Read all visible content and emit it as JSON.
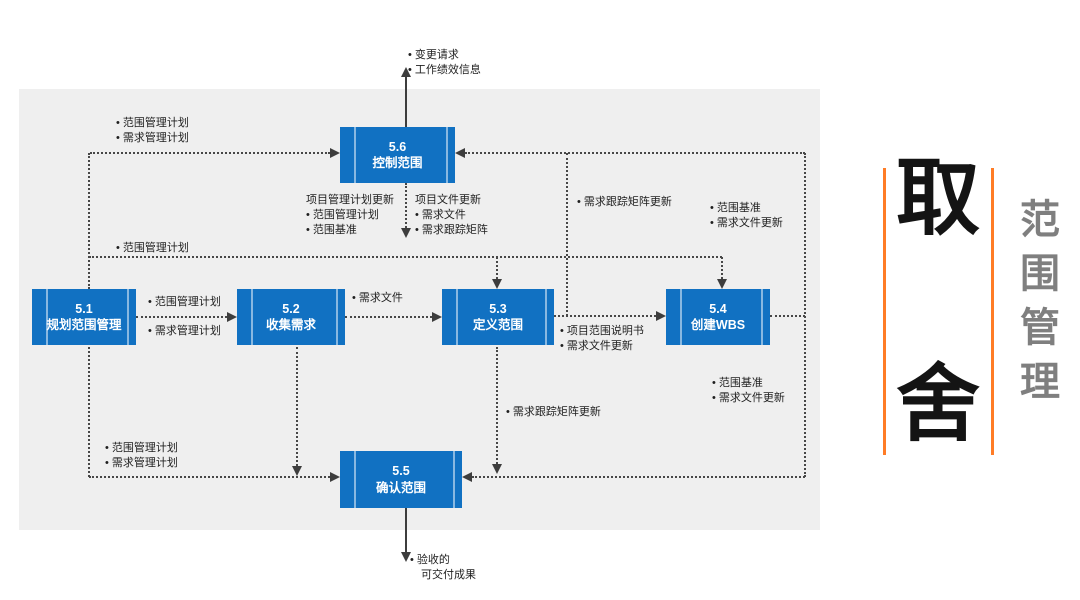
{
  "slide": {
    "big_text_top": "取",
    "big_text_bottom": "舍",
    "vertical_title": "范围管理",
    "colors": {
      "process_blue": "#1171c2",
      "accent_orange": "#ff7c26",
      "panel_gray": "#efefef",
      "line_dark": "#3d3d3d",
      "title_gray": "#7f7f7f"
    }
  },
  "diagram": {
    "boxes": [
      {
        "num": "5.1",
        "name": "规划范围管理"
      },
      {
        "num": "5.2",
        "name": "收集需求"
      },
      {
        "num": "5.3",
        "name": "定义范围"
      },
      {
        "num": "5.4",
        "name": "创建WBS"
      },
      {
        "num": "5.5",
        "name": "确认范围"
      },
      {
        "num": "5.6",
        "name": "控制范围"
      }
    ],
    "labels": {
      "inputs_56_from_51": {
        "lines": [
          "• 范围管理计划",
          "• 需求管理计划"
        ]
      },
      "outputs_56_top": {
        "lines": [
          "• 变更请求",
          "• 工作绩效信息"
        ]
      },
      "outputs_56_pm_plan": {
        "lines": [
          "项目管理计划更新",
          "• 范围管理计划",
          "• 范围基准"
        ]
      },
      "outputs_56_docs": {
        "lines": [
          "项目文件更新",
          "• 需求文件",
          "• 需求跟踪矩阵"
        ]
      },
      "scope_plan_mid": {
        "lines": [
          "• 范围管理计划"
        ]
      },
      "inputs_52_from_51": {
        "lines": [
          "• 范围管理计划",
          "• 需求管理计划"
        ]
      },
      "inputs_53_from_52": {
        "lines": [
          "• 需求文件"
        ]
      },
      "outputs_53_to_54": {
        "lines": [
          "• 项目范围说明书",
          "• 需求文件更新"
        ]
      },
      "inputs_56_from_53": {
        "lines": [
          "• 需求跟踪矩阵更新"
        ]
      },
      "inputs_56_from_54": {
        "lines": [
          "• 范围基准",
          "• 需求文件更新"
        ]
      },
      "inputs_55_from_54": {
        "lines": [
          "• 范围基准",
          "• 需求文件更新"
        ]
      },
      "inputs_55_from_53": {
        "lines": [
          "• 需求跟踪矩阵更新"
        ]
      },
      "inputs_55_from_51": {
        "lines": [
          "• 范围管理计划",
          "• 需求管理计划"
        ]
      },
      "outputs_55_bottom": {
        "lines": [
          "• 验收的",
          "可交付成果"
        ]
      }
    }
  }
}
